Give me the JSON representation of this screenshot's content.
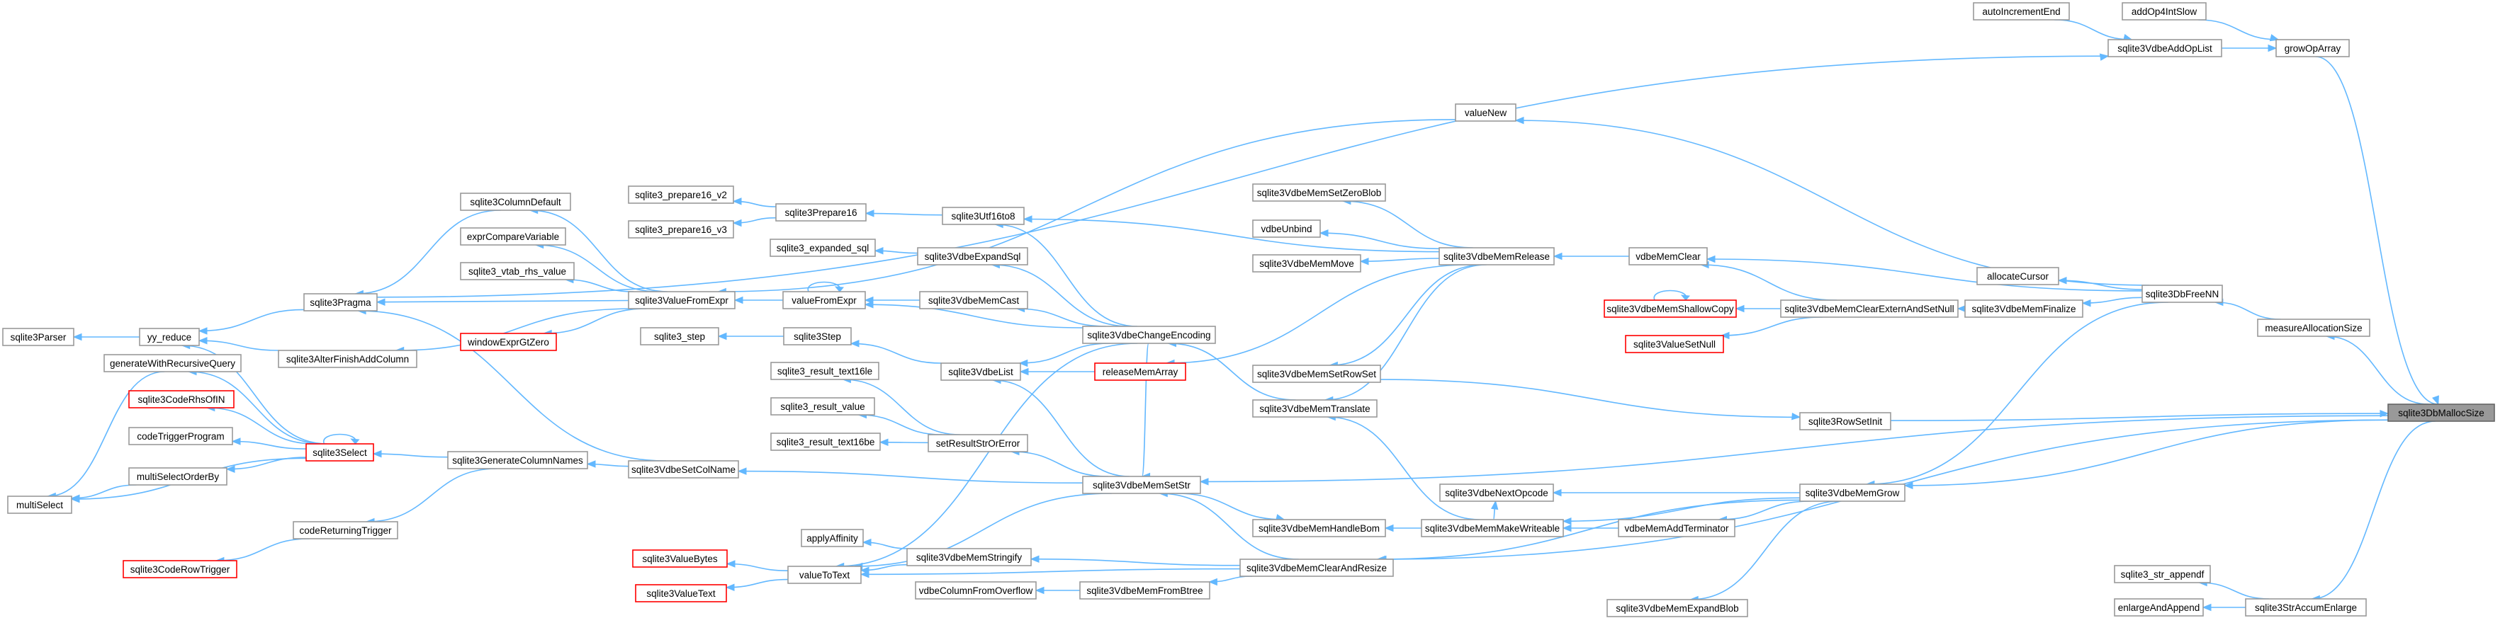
{
  "graph": {
    "focus_node": "sqlite3DbMallocSize",
    "colors": {
      "edge": "#63b8ff",
      "node_border": "#999999",
      "error_border": "#ff0000",
      "focus_fill": "#999999"
    },
    "nodes": [
      {
        "id": "sqlite3DbMallocSize",
        "label": "sqlite3DbMallocSize"
      },
      {
        "id": "autoIncrementEnd",
        "label": "autoIncrementEnd"
      },
      {
        "id": "addOp4IntSlow",
        "label": "addOp4IntSlow"
      },
      {
        "id": "sqlite3VdbeAddOpList",
        "label": "sqlite3VdbeAddOpList"
      },
      {
        "id": "growOpArray",
        "label": "growOpArray"
      },
      {
        "id": "valueNew",
        "label": "valueNew"
      },
      {
        "id": "sqlite3ColumnDefault",
        "label": "sqlite3ColumnDefault"
      },
      {
        "id": "exprCompareVariable",
        "label": "exprCompareVariable"
      },
      {
        "id": "sqlite3_prepare16_v2",
        "label": "sqlite3_prepare16_v2"
      },
      {
        "id": "sqlite3_prepare16_v3",
        "label": "sqlite3_prepare16_v3"
      },
      {
        "id": "sqlite3Prepare16",
        "label": "sqlite3Prepare16"
      },
      {
        "id": "sqlite3Utf16to8",
        "label": "sqlite3Utf16to8"
      },
      {
        "id": "sqlite3_expanded_sql",
        "label": "sqlite3_expanded_sql"
      },
      {
        "id": "sqlite3VdbeExpandSql",
        "label": "sqlite3VdbeExpandSql"
      },
      {
        "id": "sqlite3VdbeMemSetZeroBlob",
        "label": "sqlite3VdbeMemSetZeroBlob"
      },
      {
        "id": "vdbeUnbind",
        "label": "vdbeUnbind"
      },
      {
        "id": "sqlite3VdbeMemMove",
        "label": "sqlite3VdbeMemMove"
      },
      {
        "id": "sqlite3VdbeMemRelease",
        "label": "sqlite3VdbeMemRelease"
      },
      {
        "id": "vdbeMemClear",
        "label": "vdbeMemClear"
      },
      {
        "id": "allocateCursor",
        "label": "allocateCursor"
      },
      {
        "id": "sqlite3VdbeMemShallowCopy",
        "label": "sqlite3VdbeMemShallowCopy",
        "red": true
      },
      {
        "id": "sqlite3VdbeMemClearExternAndSetNull",
        "label": "sqlite3VdbeMemClearExternAndSetNull"
      },
      {
        "id": "sqlite3VdbeMemFinalize",
        "label": "sqlite3VdbeMemFinalize"
      },
      {
        "id": "sqlite3DbFreeNN",
        "label": "sqlite3DbFreeNN"
      },
      {
        "id": "measureAllocationSize",
        "label": "measureAllocationSize"
      },
      {
        "id": "sqlite3ValueSetNull",
        "label": "sqlite3ValueSetNull",
        "red": true
      },
      {
        "id": "sqlite3Parser",
        "label": "sqlite3Parser"
      },
      {
        "id": "yy_reduce",
        "label": "yy_reduce"
      },
      {
        "id": "sqlite3Pragma",
        "label": "sqlite3Pragma"
      },
      {
        "id": "sqlite3_vtab_rhs_value",
        "label": "sqlite3_vtab_rhs_value"
      },
      {
        "id": "sqlite3ValueFromExpr",
        "label": "sqlite3ValueFromExpr"
      },
      {
        "id": "valueFromExpr",
        "label": "valueFromExpr"
      },
      {
        "id": "sqlite3VdbeMemCast",
        "label": "sqlite3VdbeMemCast"
      },
      {
        "id": "sqlite3VdbeChangeEncoding",
        "label": "sqlite3VdbeChangeEncoding"
      },
      {
        "id": "windowExprGtZero",
        "label": "windowExprGtZero",
        "red": true
      },
      {
        "id": "sqlite3_step",
        "label": "sqlite3_step"
      },
      {
        "id": "sqlite3Step",
        "label": "sqlite3Step"
      },
      {
        "id": "sqlite3AlterFinishAddColumn",
        "label": "sqlite3AlterFinishAddColumn"
      },
      {
        "id": "generateWithRecursiveQuery",
        "label": "generateWithRecursiveQuery"
      },
      {
        "id": "sqlite3_result_text16le",
        "label": "sqlite3_result_text16le"
      },
      {
        "id": "sqlite3VdbeList",
        "label": "sqlite3VdbeList"
      },
      {
        "id": "releaseMemArray",
        "label": "releaseMemArray",
        "red": true
      },
      {
        "id": "sqlite3VdbeMemSetRowSet",
        "label": "sqlite3VdbeMemSetRowSet"
      },
      {
        "id": "sqlite3CodeRhsOfIN",
        "label": "sqlite3CodeRhsOfIN",
        "red": true
      },
      {
        "id": "sqlite3_result_value",
        "label": "sqlite3_result_value"
      },
      {
        "id": "sqlite3VdbeMemTranslate",
        "label": "sqlite3VdbeMemTranslate"
      },
      {
        "id": "sqlite3RowSetInit",
        "label": "sqlite3RowSetInit"
      },
      {
        "id": "codeTriggerProgram",
        "label": "codeTriggerProgram"
      },
      {
        "id": "sqlite3_result_text16be",
        "label": "sqlite3_result_text16be"
      },
      {
        "id": "setResultStrOrError",
        "label": "setResultStrOrError"
      },
      {
        "id": "sqlite3Select",
        "label": "sqlite3Select",
        "red": true
      },
      {
        "id": "sqlite3GenerateColumnNames",
        "label": "sqlite3GenerateColumnNames"
      },
      {
        "id": "sqlite3VdbeSetColName",
        "label": "sqlite3VdbeSetColName"
      },
      {
        "id": "multiSelect",
        "label": "multiSelect"
      },
      {
        "id": "multiSelectOrderBy",
        "label": "multiSelectOrderBy"
      },
      {
        "id": "sqlite3VdbeMemSetStr",
        "label": "sqlite3VdbeMemSetStr"
      },
      {
        "id": "sqlite3VdbeNextOpcode",
        "label": "sqlite3VdbeNextOpcode"
      },
      {
        "id": "sqlite3VdbeMemGrow",
        "label": "sqlite3VdbeMemGrow"
      },
      {
        "id": "codeReturningTrigger",
        "label": "codeReturningTrigger"
      },
      {
        "id": "sqlite3VdbeMemHandleBom",
        "label": "sqlite3VdbeMemHandleBom"
      },
      {
        "id": "sqlite3VdbeMemMakeWriteable",
        "label": "sqlite3VdbeMemMakeWriteable"
      },
      {
        "id": "vdbeMemAddTerminator",
        "label": "vdbeMemAddTerminator"
      },
      {
        "id": "applyAffinity",
        "label": "applyAffinity"
      },
      {
        "id": "sqlite3VdbeMemStringify",
        "label": "sqlite3VdbeMemStringify"
      },
      {
        "id": "sqlite3CodeRowTrigger",
        "label": "sqlite3CodeRowTrigger",
        "red": true
      },
      {
        "id": "sqlite3ValueBytes",
        "label": "sqlite3ValueBytes",
        "red": true
      },
      {
        "id": "valueToText",
        "label": "valueToText"
      },
      {
        "id": "sqlite3VdbeMemClearAndResize",
        "label": "sqlite3VdbeMemClearAndResize"
      },
      {
        "id": "sqlite3ValueText",
        "label": "sqlite3ValueText",
        "red": true
      },
      {
        "id": "vdbeColumnFromOverflow",
        "label": "vdbeColumnFromOverflow"
      },
      {
        "id": "sqlite3VdbeMemFromBtree",
        "label": "sqlite3VdbeMemFromBtree"
      },
      {
        "id": "sqlite3VdbeMemExpandBlob",
        "label": "sqlite3VdbeMemExpandBlob"
      },
      {
        "id": "sqlite3_str_appendf",
        "label": "sqlite3_str_appendf"
      },
      {
        "id": "enlargeAndAppend",
        "label": "enlargeAndAppend"
      },
      {
        "id": "sqlite3StrAccumEnlarge",
        "label": "sqlite3StrAccumEnlarge"
      }
    ],
    "edges": [
      [
        "autoIncrementEnd",
        "sqlite3VdbeAddOpList"
      ],
      [
        "addOp4IntSlow",
        "growOpArray"
      ],
      [
        "sqlite3VdbeAddOpList",
        "growOpArray"
      ],
      [
        "sqlite3Pragma",
        "sqlite3VdbeAddOpList"
      ],
      [
        "growOpArray",
        "sqlite3DbMallocSize"
      ],
      [
        "valueNew",
        "sqlite3ValueFromExpr"
      ],
      [
        "sqlite3DbFreeNN",
        "valueNew"
      ],
      [
        "sqlite3ColumnDefault",
        "sqlite3Pragma"
      ],
      [
        "sqlite3ValueFromExpr",
        "sqlite3ColumnDefault"
      ],
      [
        "sqlite3ValueFromExpr",
        "exprCompareVariable"
      ],
      [
        "sqlite3Prepare16",
        "sqlite3_prepare16_v2"
      ],
      [
        "sqlite3Prepare16",
        "sqlite3_prepare16_v3"
      ],
      [
        "sqlite3Utf16to8",
        "sqlite3Prepare16"
      ],
      [
        "sqlite3VdbeExpandSql",
        "sqlite3_expanded_sql"
      ],
      [
        "sqlite3VdbeMemRelease",
        "sqlite3VdbeMemSetZeroBlob"
      ],
      [
        "sqlite3VdbeMemRelease",
        "vdbeUnbind"
      ],
      [
        "sqlite3VdbeMemRelease",
        "sqlite3VdbeMemMove"
      ],
      [
        "vdbeMemClear",
        "sqlite3VdbeMemRelease"
      ],
      [
        "sqlite3DbFreeNN",
        "vdbeMemClear"
      ],
      [
        "sqlite3DbFreeNN",
        "allocateCursor"
      ],
      [
        "sqlite3VdbeMemClearExternAndSetNull",
        "vdbeMemClear"
      ],
      [
        "sqlite3VdbeMemClearExternAndSetNull",
        "sqlite3VdbeMemShallowCopy"
      ],
      [
        "sqlite3VdbeMemShallowCopy",
        "sqlite3VdbeMemShallowCopy"
      ],
      [
        "sqlite3VdbeMemClearExternAndSetNull",
        "sqlite3ValueSetNull"
      ],
      [
        "sqlite3VdbeMemFinalize",
        "sqlite3VdbeMemClearExternAndSetNull"
      ],
      [
        "sqlite3DbFreeNN",
        "sqlite3VdbeMemFinalize"
      ],
      [
        "measureAllocationSize",
        "sqlite3DbFreeNN"
      ],
      [
        "sqlite3DbMallocSize",
        "measureAllocationSize"
      ],
      [
        "yy_reduce",
        "sqlite3Parser"
      ],
      [
        "sqlite3Pragma",
        "yy_reduce"
      ],
      [
        "sqlite3ValueFromExpr",
        "sqlite3Pragma"
      ],
      [
        "sqlite3ValueFromExpr",
        "sqlite3_vtab_rhs_value"
      ],
      [
        "valueFromExpr",
        "sqlite3ValueFromExpr"
      ],
      [
        "valueFromExpr",
        "valueFromExpr"
      ],
      [
        "sqlite3VdbeMemCast",
        "valueFromExpr"
      ],
      [
        "sqlite3VdbeChangeEncoding",
        "sqlite3VdbeMemCast"
      ],
      [
        "sqlite3VdbeChangeEncoding",
        "valueFromExpr"
      ],
      [
        "sqlite3VdbeChangeEncoding",
        "sqlite3Utf16to8"
      ],
      [
        "sqlite3VdbeChangeEncoding",
        "sqlite3VdbeExpandSql"
      ],
      [
        "sqlite3VdbeMemRelease",
        "sqlite3Utf16to8"
      ],
      [
        "sqlite3ValueFromExpr",
        "windowExprGtZero"
      ],
      [
        "sqlite3Step",
        "sqlite3_step"
      ],
      [
        "sqlite3VdbeList",
        "sqlite3Step"
      ],
      [
        "sqlite3ValueFromExpr",
        "sqlite3AlterFinishAddColumn"
      ],
      [
        "sqlite3AlterFinishAddColumn",
        "yy_reduce"
      ],
      [
        "sqlite3Select",
        "generateWithRecursiveQuery"
      ],
      [
        "generateWithRecursiveQuery",
        "multiSelect"
      ],
      [
        "releaseMemArray",
        "sqlite3VdbeList"
      ],
      [
        "sqlite3VdbeMemRelease",
        "releaseMemArray"
      ],
      [
        "sqlite3VdbeMemRelease",
        "sqlite3VdbeMemSetRowSet"
      ],
      [
        "sqlite3VdbeMemRelease",
        "sqlite3VdbeMemTranslate"
      ],
      [
        "sqlite3VdbeMemTranslate",
        "sqlite3VdbeChangeEncoding"
      ],
      [
        "sqlite3VdbeMemSetRowSet",
        "sqlite3RowSetInit"
      ],
      [
        "sqlite3RowSetInit",
        "sqlite3DbMallocSize"
      ],
      [
        "sqlite3Select",
        "sqlite3CodeRhsOfIN"
      ],
      [
        "sqlite3Select",
        "codeTriggerProgram"
      ],
      [
        "sqlite3Select",
        "sqlite3Select"
      ],
      [
        "sqlite3Select",
        "yy_reduce"
      ],
      [
        "sqlite3Select",
        "multiSelectOrderBy"
      ],
      [
        "sqlite3Select",
        "multiSelect"
      ],
      [
        "multiSelectOrderBy",
        "multiSelect"
      ],
      [
        "setResultStrOrError",
        "sqlite3_result_text16le"
      ],
      [
        "setResultStrOrError",
        "sqlite3_result_value"
      ],
      [
        "setResultStrOrError",
        "sqlite3_result_text16be"
      ],
      [
        "sqlite3VdbeMemSetStr",
        "setResultStrOrError"
      ],
      [
        "sqlite3VdbeMemSetStr",
        "sqlite3VdbeSetColName"
      ],
      [
        "sqlite3VdbeSetColName",
        "sqlite3GenerateColumnNames"
      ],
      [
        "sqlite3VdbeSetColName",
        "sqlite3Pragma"
      ],
      [
        "sqlite3GenerateColumnNames",
        "sqlite3Select"
      ],
      [
        "sqlite3GenerateColumnNames",
        "codeReturningTrigger"
      ],
      [
        "codeReturningTrigger",
        "sqlite3CodeRowTrigger"
      ],
      [
        "sqlite3VdbeMemSetStr",
        "sqlite3VdbeList"
      ],
      [
        "sqlite3VdbeMemSetStr",
        "valueToText"
      ],
      [
        "sqlite3VdbeMemSetStr",
        "sqlite3VdbeMemHandleBom"
      ],
      [
        "sqlite3VdbeChangeEncoding",
        "sqlite3VdbeMemSetStr"
      ],
      [
        "sqlite3VdbeChangeEncoding",
        "valueToText"
      ],
      [
        "sqlite3VdbeChangeEncoding",
        "sqlite3VdbeList"
      ],
      [
        "sqlite3VdbeMemMakeWriteable",
        "sqlite3VdbeMemHandleBom"
      ],
      [
        "sqlite3VdbeMemMakeWriteable",
        "sqlite3VdbeMemTranslate"
      ],
      [
        "sqlite3VdbeMemMakeWriteable",
        "sqlite3VdbeNextOpcode"
      ],
      [
        "vdbeMemAddTerminator",
        "sqlite3VdbeMemMakeWriteable"
      ],
      [
        "sqlite3VdbeMemGrow",
        "vdbeMemAddTerminator"
      ],
      [
        "sqlite3VdbeMemGrow",
        "sqlite3VdbeNextOpcode"
      ],
      [
        "sqlite3VdbeMemGrow",
        "sqlite3VdbeMemClearAndResize"
      ],
      [
        "sqlite3VdbeMemGrow",
        "sqlite3VdbeMemExpandBlob"
      ],
      [
        "sqlite3VdbeMemGrow",
        "sqlite3VdbeMemMakeWriteable"
      ],
      [
        "sqlite3DbMallocSize",
        "sqlite3VdbeMemGrow"
      ],
      [
        "sqlite3DbMallocSize",
        "sqlite3VdbeMemSetStr"
      ],
      [
        "sqlite3DbMallocSize",
        "sqlite3VdbeMemClearAndResize"
      ],
      [
        "sqlite3DbFreeNN",
        "sqlite3VdbeMemGrow"
      ],
      [
        "sqlite3VdbeMemStringify",
        "applyAffinity"
      ],
      [
        "sqlite3VdbeMemStringify",
        "valueToText"
      ],
      [
        "sqlite3VdbeMemClearAndResize",
        "sqlite3VdbeMemStringify"
      ],
      [
        "sqlite3VdbeMemClearAndResize",
        "sqlite3VdbeMemFromBtree"
      ],
      [
        "sqlite3VdbeMemClearAndResize",
        "valueToText"
      ],
      [
        "sqlite3VdbeMemClearAndResize",
        "sqlite3VdbeMemSetStr"
      ],
      [
        "valueToText",
        "sqlite3ValueBytes"
      ],
      [
        "valueToText",
        "sqlite3ValueText"
      ],
      [
        "sqlite3VdbeMemFromBtree",
        "vdbeColumnFromOverflow"
      ],
      [
        "sqlite3StrAccumEnlarge",
        "sqlite3_str_appendf"
      ],
      [
        "sqlite3StrAccumEnlarge",
        "enlargeAndAppend"
      ],
      [
        "sqlite3DbMallocSize",
        "sqlite3StrAccumEnlarge"
      ]
    ]
  }
}
